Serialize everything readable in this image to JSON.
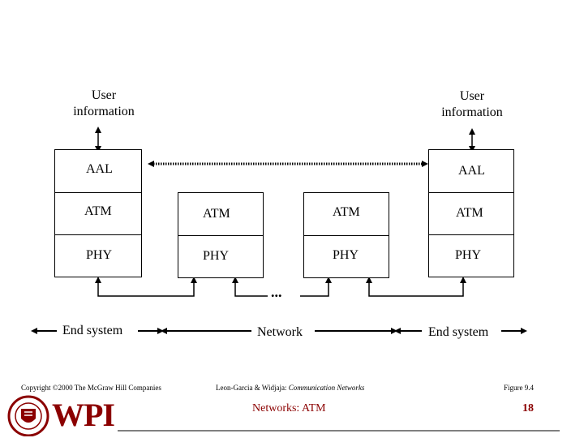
{
  "user_info_left": [
    "User",
    "information"
  ],
  "user_info_right": [
    "User",
    "information"
  ],
  "left_stack": {
    "aal": "AAL",
    "atm": "ATM",
    "phy": "PHY"
  },
  "switch1": {
    "atm": "ATM",
    "phy": "PHY"
  },
  "switch2": {
    "atm": "ATM",
    "phy": "PHY"
  },
  "right_stack": {
    "aal": "AAL",
    "atm": "ATM",
    "phy": "PHY"
  },
  "ellipsis": "...",
  "span_labels": {
    "end_left": "End system",
    "network": "Network",
    "end_right": "End system"
  },
  "footer": {
    "copyright": "Copyright ©2000 The McGraw Hill Companies",
    "citation_authors": "Leon-Garcia & Widjaja:",
    "citation_title": "Communication Networks",
    "figure": "Figure 9.4",
    "title": "Networks: ATM",
    "page": "18",
    "logo_text": "WPI"
  },
  "colors": {
    "accent": "#8b0000",
    "line": "#000000"
  }
}
